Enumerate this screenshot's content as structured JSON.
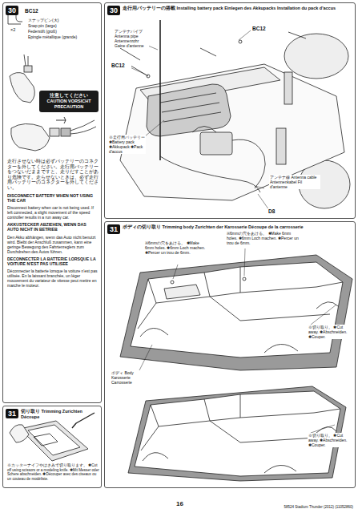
{
  "diagram": {
    "nodes": [
      {
        "text": [
          "30"
        ]
      },
      {
        "text": [
          "注意してください",
          "CAUTION VORSICHT PRECAUTION"
        ],
        "in": 0
      },
      {
        "text": [
          "31",
          "切り取り Trimming Zurichten Découpe"
        ]
      },
      {
        "text": [
          "30",
          "走行用バッテリーの搭載 Installing battery pack Einlegen des Akkupacks Installation du pack d'accus"
        ]
      },
      {
        "text": [
          "31",
          "ボディの切り取り Trimming body Zurichten der Karosserie Découpe de la carrosserie"
        ]
      }
    ],
    "labels": [
      "BC12",
      "スナップピン(大)",
      "Snap pin (large)",
      "Federstift (groß)",
      "Epingle métallique (grande)",
      "×2",
      "走行させない時は必ずバッテリーのコネクターを外してください。走行用バッテリーをつないだままですと、走りだすことがあり危険です。走らせないときは、必ず走行用バッテリーのコネクターを外してください。",
      "DISCONNECT BATTERY WHEN NOT USING THE CAR",
      "Disconnect battery when car is not being used. If left connected, a slight movement of the speed controller results in a run away car.",
      "AKKUSTECKER ABZIEHEN, WENN DAS AUTO NICHT IN BETRIEB",
      "Den Akku abhängen, wenn das Auto nicht benutzt wird. Bleibt der Anschluß zusammen, kann eine geringe Bewegung des Fahrtenreglers zum Durchdrehen des Autos führen.",
      "DECONNECTER LA BATTERIE LORSQUE LA VOITURE N'EST PAS UTILISEE",
      "Déconnecter la batterie lorsque la voiture n'est pas utilisée. En la laissant branchée, un léger mouvement du variateur de vitesse peut mettre en marche le moteur.",
      "※カッターナイフやはさみで切り取ります。 ✱Cut off using scissors or a modeling knife. ✱Mit Messer oder Schere abschneiden. ✱Découper avec des ciseaux ou un couteau de modéliste.",
      "アンテナパイプ Antenna pipe Antennenrohr Gaine d'antenne",
      "BC12",
      "BC12",
      "※走行用バッテリー ✱Battery pack ✱Akkupack ✱Pack d'accus",
      "アンテナ線 Antenna cable Antennenkabel Fil d'antenne",
      "D8",
      "※6mmの穴をあける。 ✱Make 6mm holes. ✱6mm Loch machen. ✱Percer un trou de 6mm.",
      "※6mmの穴をあける。 ✱Make 6mm holes. ✱6mm Loch machen. ✱Percer un trou de 6mm.",
      "※切り取り。 ✱Cut away. ✱Abschneiden. ✱Couper.",
      "ボディ Body Karosserie Carrosserie",
      "※切り取り。 ✱Cut away. ✱Abschneiden. ✱Couper.",
      "16",
      "58524 Stadium Thunder (2012) (11052860)"
    ]
  }
}
